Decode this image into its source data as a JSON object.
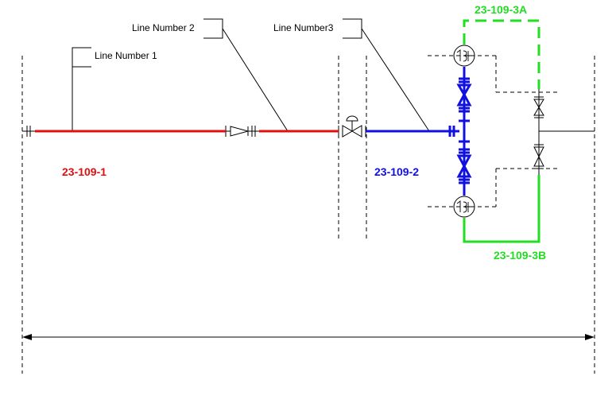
{
  "callouts": {
    "line1": "Line Number 1",
    "line2": "Line Number 2",
    "line3": "Line Number3"
  },
  "line_tags": {
    "tag1": "23-109-1",
    "tag2": "23-109-2",
    "tag3a": "23-109-3A",
    "tag3b": "23-109-3B"
  },
  "colors": {
    "line_1": "#e01010",
    "line_2": "#1010e0",
    "line_3": "#22dd22",
    "drafting": "#000000"
  },
  "legend_notes": {
    "line_1": "solid red process line",
    "line_2": "solid blue process line",
    "line_3a": "dashed green process line",
    "line_3b": "solid green process line"
  }
}
